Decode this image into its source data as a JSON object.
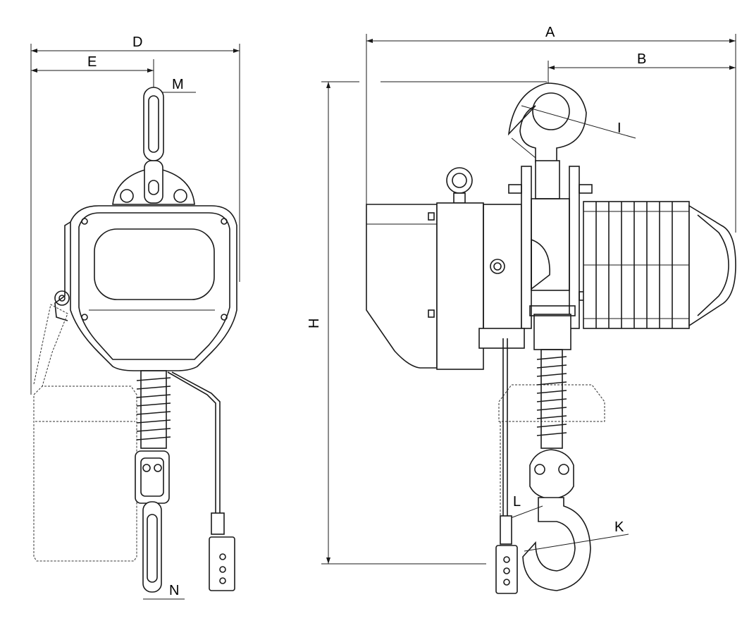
{
  "dimension_labels": {
    "A": "A",
    "B": "B",
    "D": "D",
    "E": "E",
    "H": "H",
    "I": "I",
    "K": "K",
    "L": "L",
    "M": "M",
    "N": "N"
  },
  "colors": {
    "line": "#1a1a1a",
    "background": "#ffffff"
  }
}
